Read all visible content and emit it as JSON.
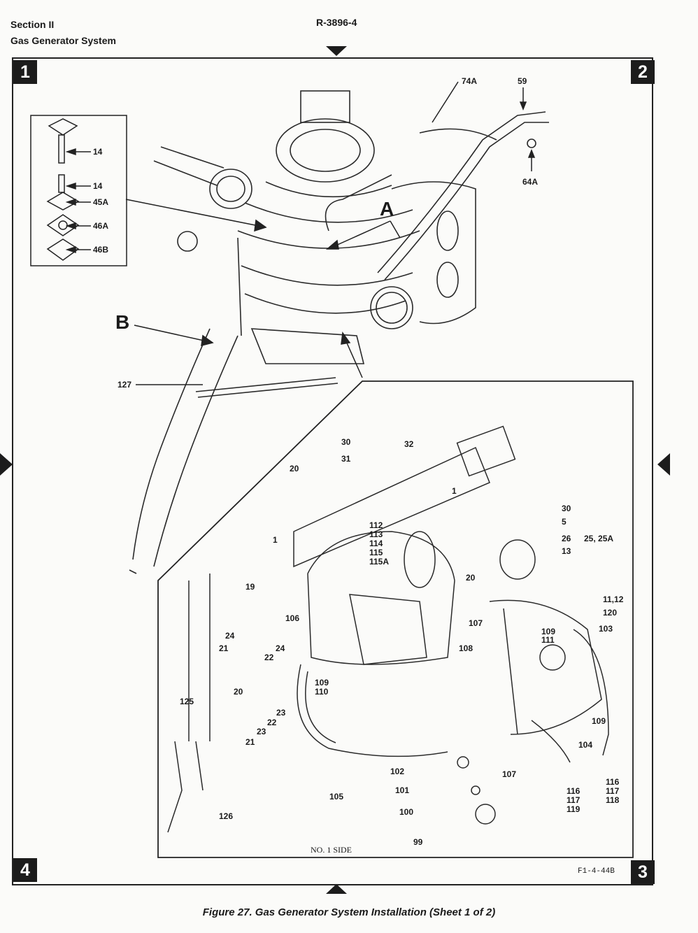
{
  "header": {
    "section": "Section II",
    "system": "Gas Generator System",
    "doc_number": "R-3896-4"
  },
  "corners": [
    "1",
    "2",
    "3",
    "4"
  ],
  "callouts": {
    "A": "A",
    "B": "B",
    "c14a": "14",
    "c14b": "14",
    "c45A": "45A",
    "c46A": "46A",
    "c46B": "46B",
    "c74A": "74A",
    "c59": "59",
    "c64A": "64A",
    "c127": "127",
    "c30a": "30",
    "c31": "31",
    "c32": "32",
    "c20a": "20",
    "c1a": "1",
    "c1b": "1",
    "c30b": "30",
    "c5": "5",
    "c26": "26",
    "c2525A": "25, 25A",
    "c13": "13",
    "c112": "112",
    "c113": "113",
    "c114": "114",
    "c115": "115",
    "c115A": "115A",
    "c20b": "20",
    "c1112": "11,12",
    "c120": "120",
    "c19": "19",
    "c106": "106",
    "c107a": "107",
    "c109a": "109",
    "c111": "111",
    "c103": "103",
    "c24a": "24",
    "c21a": "21",
    "c24b": "24",
    "c22a": "22",
    "c108": "108",
    "c109b": "109",
    "c110": "110",
    "c20c": "20",
    "c23a": "23",
    "c22b": "22",
    "c23b": "23",
    "c21b": "21",
    "c125": "125",
    "c109c": "109",
    "c104": "104",
    "c102": "102",
    "c107b": "107",
    "c101": "101",
    "c105": "105",
    "c100": "100",
    "c116a": "116",
    "c117a": "117",
    "c119": "119",
    "c116b": "116",
    "c117b": "117",
    "c118": "118",
    "c126": "126",
    "c99": "99"
  },
  "detail_label": "NO. 1 SIDE",
  "figure_code": "F1-4-44B",
  "caption": "Figure 27. Gas Generator System Installation (Sheet 1 of 2)"
}
